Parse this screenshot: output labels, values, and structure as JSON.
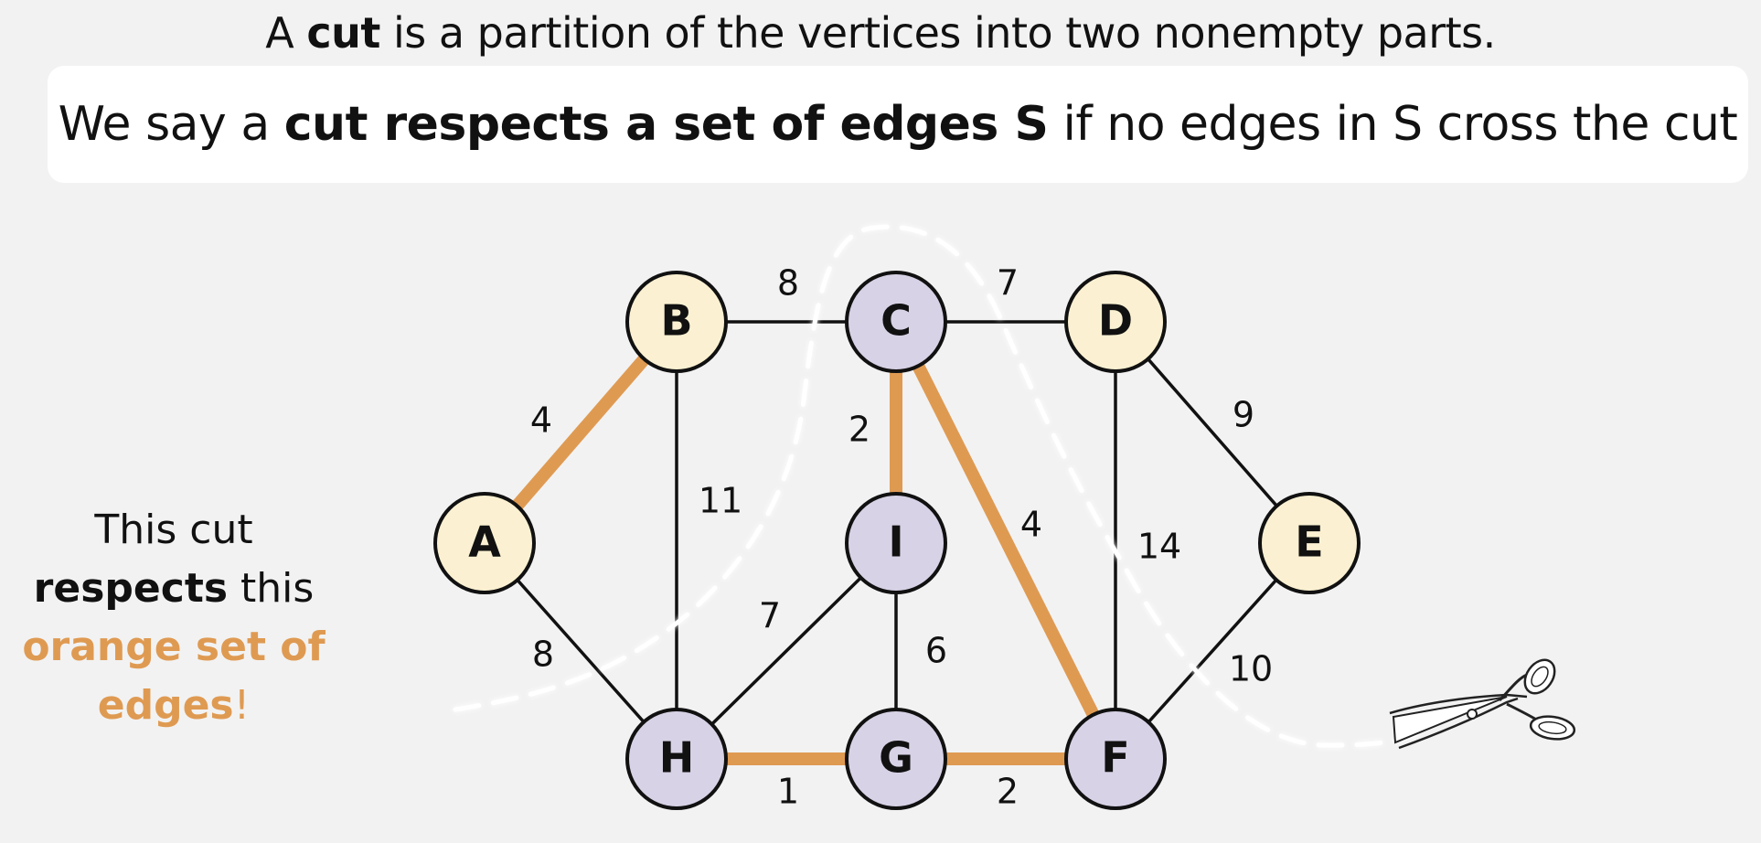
{
  "heading": {
    "prefix": "A ",
    "term": "cut",
    "suffix": " is a partition of the vertices into two nonempty parts."
  },
  "definition": {
    "prefix": "We say a ",
    "term": "cut respects a set of edges S",
    "suffix": " if no edges in S cross the cut"
  },
  "caption": {
    "line1": "This cut",
    "bold": "respects",
    "rest": " this",
    "orange1": "orange set of",
    "orange2": "edges",
    "punct": "!"
  },
  "colors": {
    "orange": "#df9a52",
    "yellow_node": "#fbf1d2",
    "purple_node": "#d8d2e6",
    "edge": "#111111",
    "cut_line": "#ffffff"
  },
  "graph": {
    "nodes": [
      {
        "id": "A",
        "side": "yellow"
      },
      {
        "id": "B",
        "side": "yellow"
      },
      {
        "id": "C",
        "side": "purple"
      },
      {
        "id": "D",
        "side": "yellow"
      },
      {
        "id": "E",
        "side": "yellow"
      },
      {
        "id": "F",
        "side": "purple"
      },
      {
        "id": "G",
        "side": "purple"
      },
      {
        "id": "H",
        "side": "purple"
      },
      {
        "id": "I",
        "side": "purple"
      }
    ],
    "edges": [
      {
        "from": "A",
        "to": "B",
        "weight": "4",
        "in_set": true
      },
      {
        "from": "B",
        "to": "C",
        "weight": "8",
        "in_set": false
      },
      {
        "from": "C",
        "to": "D",
        "weight": "7",
        "in_set": false
      },
      {
        "from": "D",
        "to": "E",
        "weight": "9",
        "in_set": false
      },
      {
        "from": "A",
        "to": "H",
        "weight": "8",
        "in_set": false
      },
      {
        "from": "B",
        "to": "H",
        "weight": "11",
        "in_set": false
      },
      {
        "from": "C",
        "to": "I",
        "weight": "2",
        "in_set": true
      },
      {
        "from": "C",
        "to": "F",
        "weight": "4",
        "in_set": true
      },
      {
        "from": "D",
        "to": "F",
        "weight": "14",
        "in_set": false
      },
      {
        "from": "E",
        "to": "F",
        "weight": "10",
        "in_set": false
      },
      {
        "from": "I",
        "to": "H",
        "weight": "7",
        "in_set": false
      },
      {
        "from": "I",
        "to": "G",
        "weight": "6",
        "in_set": false
      },
      {
        "from": "H",
        "to": "G",
        "weight": "1",
        "in_set": true
      },
      {
        "from": "G",
        "to": "F",
        "weight": "2",
        "in_set": true
      }
    ]
  }
}
